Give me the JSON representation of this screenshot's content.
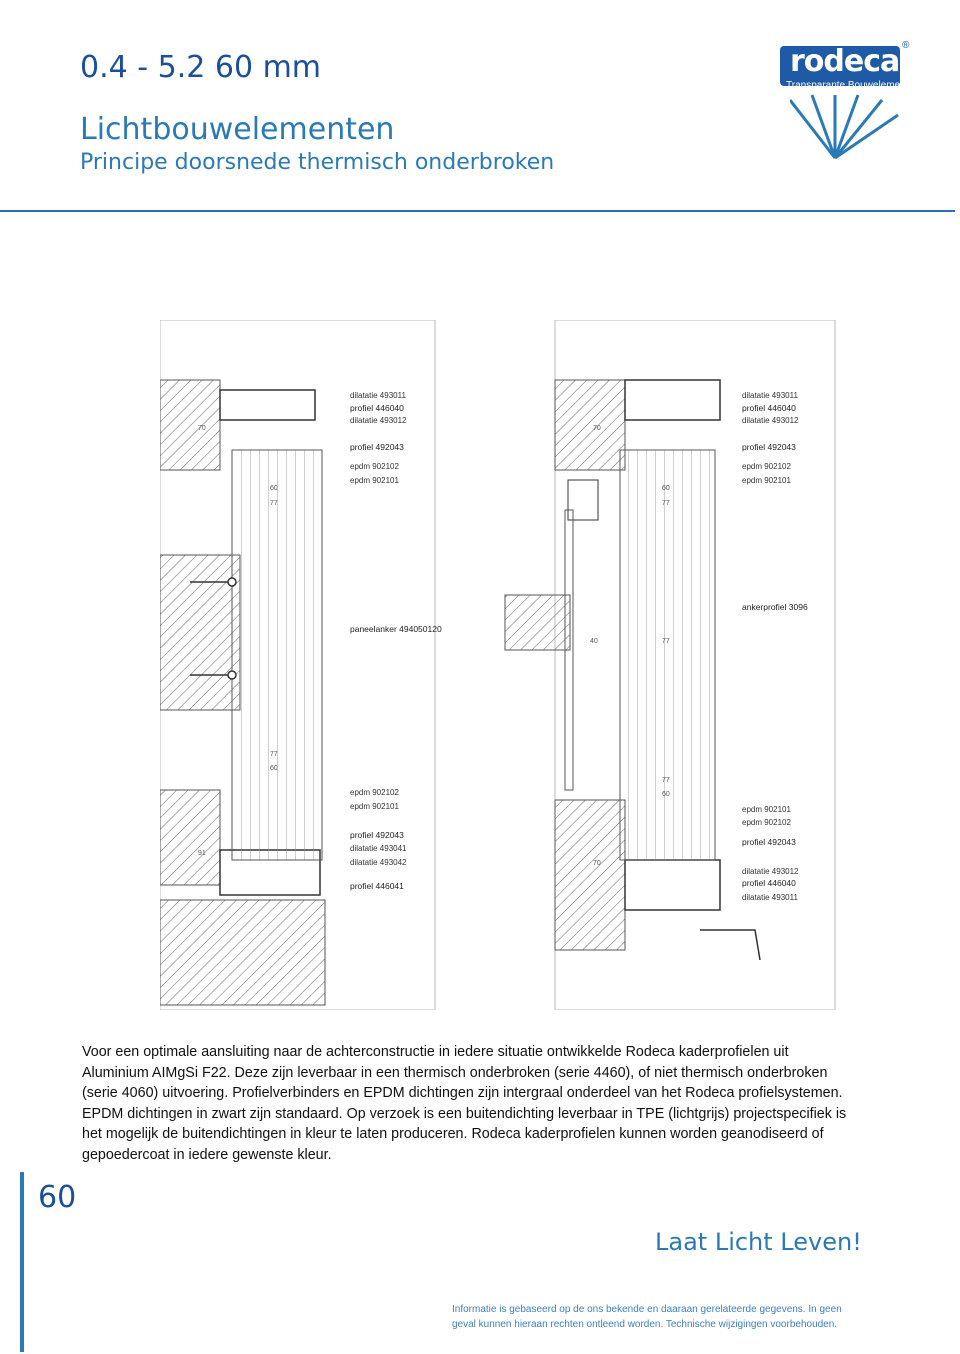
{
  "header": {
    "code": "0.4 - 5.2 60 mm",
    "title": "Lichtbouwelementen",
    "subtitle": "Principe doorsnede thermisch onderbroken"
  },
  "logo": {
    "wordmark": "rodeca",
    "registered": "®",
    "tagline": "Transparante Bouwelementen",
    "color": "#1e5aa5"
  },
  "drawing": {
    "left": {
      "top_labels": [
        "dilatatie 493011",
        "profiel 446040",
        "dilatatie 493012",
        "profiel 492043",
        "epdm 902102",
        "epdm 902101"
      ],
      "top_dims": [
        "70",
        "60",
        "77"
      ],
      "mid_label": "paneelanker 494050120",
      "bottom_dims": [
        "77",
        "60",
        "91"
      ],
      "bottom_labels": [
        "epdm 902102",
        "epdm 902101",
        "profiel 492043",
        "dilatatie 493041",
        "dilatatie 493042",
        "profiel 446041"
      ]
    },
    "right": {
      "top_labels": [
        "dilatatie 493011",
        "profiel 446040",
        "dilatatie 493012",
        "profiel 492043",
        "epdm 902102",
        "epdm 902101"
      ],
      "top_dims": [
        "70",
        "60",
        "77"
      ],
      "mid_label": "ankerprofiel 3096",
      "mid_dims": [
        "40",
        "77"
      ],
      "bottom_dims": [
        "77",
        "60",
        "70"
      ],
      "bottom_labels": [
        "epdm 902101",
        "epdm 902102",
        "profiel 492043",
        "dilatatie 493012",
        "profiel 446040",
        "dilatatie 493011"
      ]
    }
  },
  "body_text": "Voor een optimale aansluiting naar de achterconstructie in iedere situatie ontwikkelde Rodeca kaderprofielen uit Aluminium AIMgSi F22. Deze zijn leverbaar in een thermisch onderbroken (serie 4460), of niet thermisch onderbroken (serie 4060) uitvoering. Profielverbinders en EPDM dichtingen zijn intergraal onderdeel van het Rodeca profielsystemen. EPDM dichtingen in zwart zijn standaard. Op verzoek is een buitendichting leverbaar in TPE (lichtgrijs) projectspecifiek is het mogelijk de buitendichtingen in kleur te laten produceren. Rodeca kaderprofielen kunnen worden geanodiseerd of gepoedercoat in iedere gewenste kleur.",
  "page_number": "60",
  "tagline": "Laat Licht Leven!",
  "footer": "Informatie is gebaseerd op de ons bekende en daaraan gerelateerde gegevens. In geen geval kunnen hieraan rechten ontleend worden. Technische wijzigingen voorbehouden."
}
